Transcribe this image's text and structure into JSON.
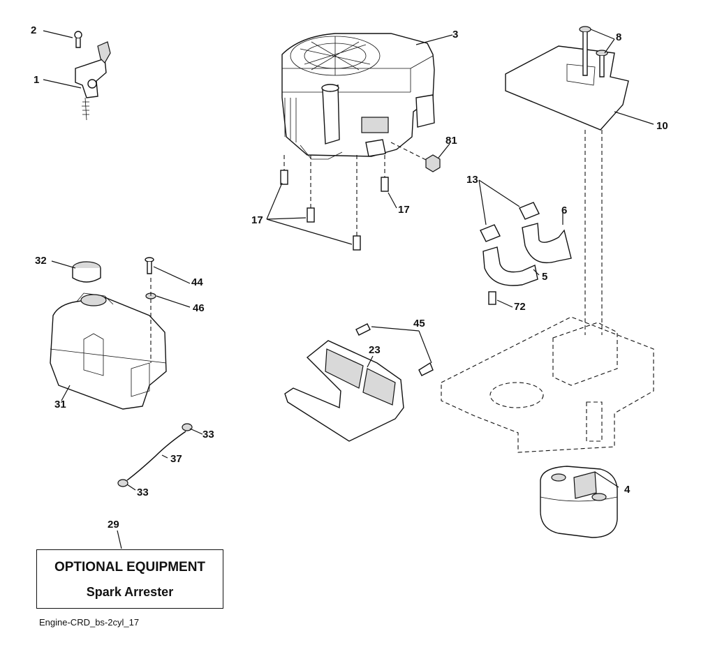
{
  "callouts": {
    "c1": "1",
    "c2": "2",
    "c3": "3",
    "c4": "4",
    "c5": "5",
    "c6": "6",
    "c8": "8",
    "c10": "10",
    "c13": "13",
    "c17a": "17",
    "c17b": "17",
    "c23": "23",
    "c29": "29",
    "c31": "31",
    "c32": "32",
    "c33a": "33",
    "c33b": "33",
    "c37": "37",
    "c44": "44",
    "c45": "45",
    "c46": "46",
    "c72": "72",
    "c81": "81"
  },
  "optional_box": {
    "title": "OPTIONAL EQUIPMENT",
    "subtitle": "Spark Arrester"
  },
  "footer": {
    "diagram_id": "Engine-CRD_bs-2cyl_17"
  }
}
